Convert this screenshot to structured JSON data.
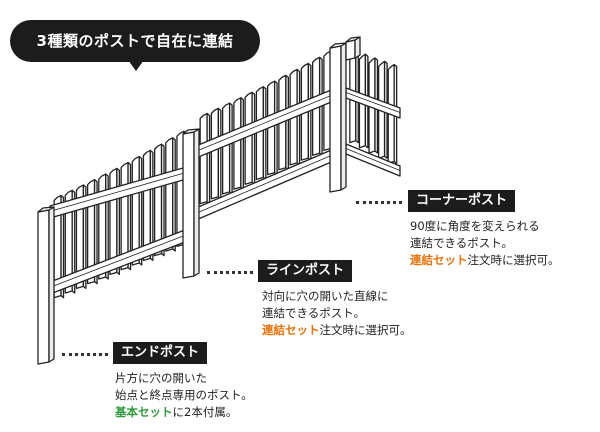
{
  "headline": "3種類のポストで自在に連結",
  "colors": {
    "bubble": "#1c1c1c",
    "label_bg": "#1c1c1c",
    "link_set": "#e8730c",
    "basic_set": "#2f9a3a"
  },
  "corner_post": {
    "title": "コーナーポスト",
    "line1": "90度に角度を変えられる",
    "line2": "連結できるポスト。",
    "set_name": "連結セット",
    "set_note": "注文時に選択可。"
  },
  "line_post": {
    "title": "ラインポスト",
    "line1": "対向に穴の開いた直線に",
    "line2": "連結できるポスト。",
    "set_name": "連結セット",
    "set_note": "注文時に選択可。"
  },
  "end_post": {
    "title": "エンドポスト",
    "line1": "片方に穴の開いた",
    "line2": "始点と終点専用のポスト。",
    "set_name": "基本セット",
    "set_note": "に2本付属。"
  }
}
